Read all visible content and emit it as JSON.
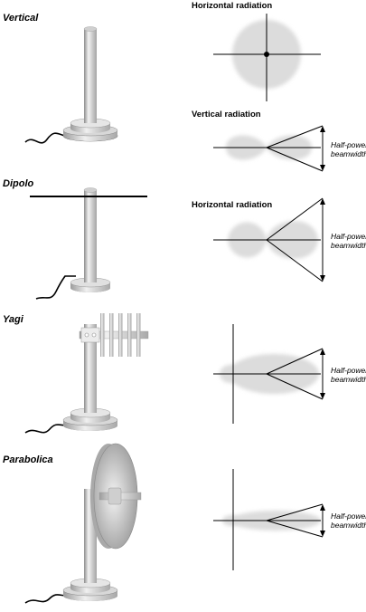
{
  "antennas": [
    {
      "title": "Vertical"
    },
    {
      "title": "Dipolo"
    },
    {
      "title": "Yagi"
    },
    {
      "title": "Parabolica"
    }
  ],
  "labels": {
    "horizontal_radiation": "Horizontal radiation",
    "vertical_radiation": "Vertical radiation",
    "half_power_line1": "Half-power",
    "half_power_line2": "beamwidth"
  },
  "colors": {
    "lobe": "#dcdcdc",
    "mast_light": "#f4f4f4",
    "mast_dark": "#9a9a9a",
    "line": "#000000"
  }
}
